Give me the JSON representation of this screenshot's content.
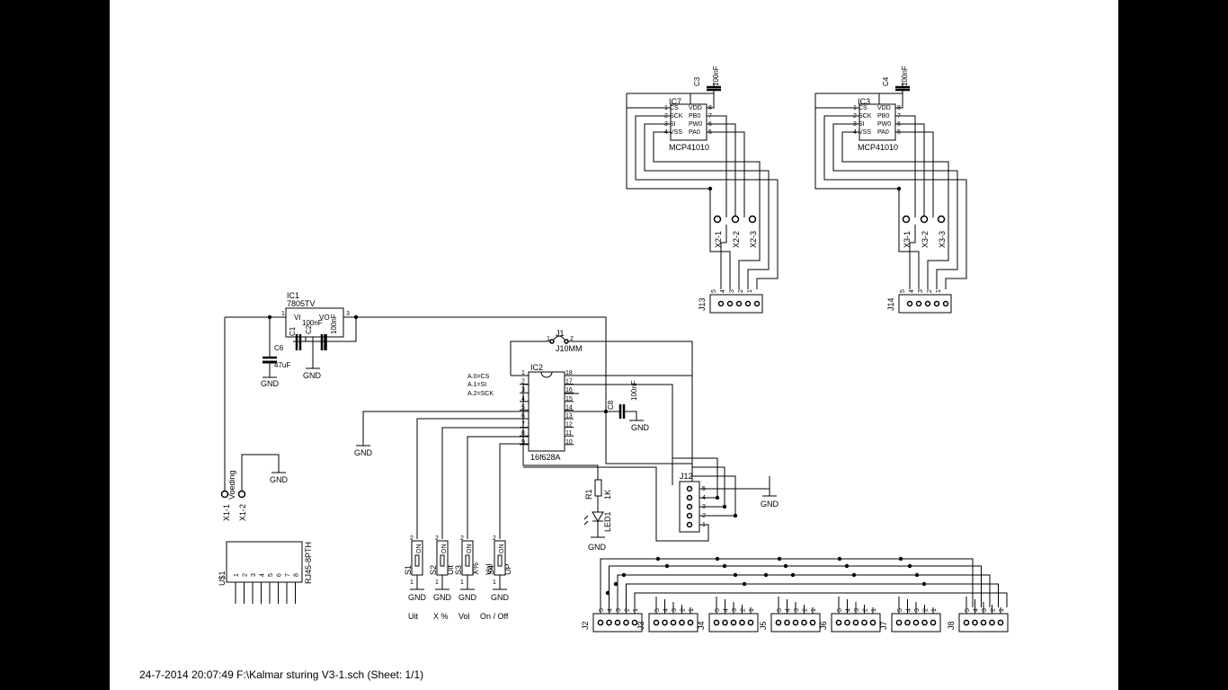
{
  "footer": {
    "text": "24-7-2014 20:07:49  F:\\Kalmar sturing V3-1.sch (Sheet: 1/1)"
  },
  "pot1": {
    "ref": "IC7",
    "part": "MCP41010",
    "cap_ref": "C3",
    "cap_val": "100nF",
    "pins_left": [
      "CS",
      "SCK",
      "SI",
      "VSS"
    ],
    "pins_right": [
      "VDD",
      "PB0",
      "PW0",
      "PA0"
    ],
    "pads": [
      "X2-1",
      "X2-2",
      "X2-3"
    ],
    "conn": "J13"
  },
  "pot2": {
    "ref": "IC3",
    "part": "MCP41010",
    "cap_ref": "C4",
    "cap_val": "100nF",
    "pins_left": [
      "CS",
      "SCK",
      "SI",
      "VSS"
    ],
    "pins_right": [
      "VDD",
      "PB0",
      "PW0",
      "PA0"
    ],
    "pads": [
      "X3-1",
      "X3-2",
      "X3-3"
    ],
    "conn": "J14"
  },
  "conn_pins": [
    "5",
    "4",
    "3",
    "2",
    "1"
  ],
  "reg": {
    "ref": "IC1",
    "part": "7805TV",
    "vi": "VI",
    "vo": "VO",
    "c1": "C1",
    "c1_val": "100nF",
    "c2": "C2",
    "c2_val": "100nF",
    "c6": "C6",
    "c6_val": "47uF",
    "pin1": "1",
    "pin3": "3"
  },
  "gnd": "GND",
  "supply": {
    "pad1": "X1-1",
    "pad2": "X1-2",
    "label": "Voeding"
  },
  "rj45": {
    "ref": "U$1",
    "part": "RJ45-8PTH",
    "pins": [
      "1",
      "2",
      "3",
      "4",
      "5",
      "6",
      "7",
      "8"
    ]
  },
  "mcu": {
    "ref": "IC2",
    "part": "16f628A",
    "left_pins": [
      "1",
      "2",
      "3",
      "4",
      "5",
      "6",
      "7",
      "8",
      "9"
    ],
    "right_pins": [
      "18",
      "17",
      "16",
      "15",
      "14",
      "13",
      "12",
      "11",
      "10"
    ],
    "notes": [
      "A.0=CS",
      "A.1=SI",
      "A.2=SCK"
    ]
  },
  "jumper": {
    "ref": "J1",
    "part": "J10MM",
    "p1": "1",
    "p2": "2"
  },
  "c8": {
    "ref": "C8",
    "val": "100nF"
  },
  "r1": {
    "ref": "R1",
    "val": "1K"
  },
  "led1": {
    "ref": "LED1"
  },
  "j12": {
    "ref": "J12"
  },
  "switches": [
    {
      "ref": "S1",
      "state": "ON",
      "side": "",
      "caption": "Uit"
    },
    {
      "ref": "S2",
      "state": "ON",
      "side": "Uit",
      "caption": "X %"
    },
    {
      "ref": "S3",
      "state": "ON",
      "side": "X%",
      "caption": "Vol"
    },
    {
      "ref": "S4",
      "state": "ON",
      "side": "UP",
      "caption": "On / Off"
    }
  ],
  "switch_side_vol": "Vol",
  "sw_pin1": "1",
  "sw_pin2": "2",
  "output_conns": [
    "J2",
    "J3",
    "J4",
    "J5",
    "J6",
    "J7",
    "J8"
  ]
}
